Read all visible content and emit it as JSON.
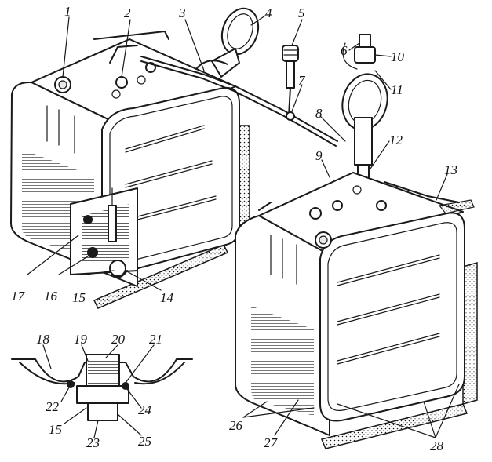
{
  "labels": {
    "l1": "1",
    "l2": "2",
    "l3": "3",
    "l4": "4",
    "l5": "5",
    "l6": "6",
    "l7": "7",
    "l8": "8",
    "l9": "9",
    "l10": "10",
    "l11": "11",
    "l12": "12",
    "l13": "13",
    "l14": "14",
    "l15a": "15",
    "l16": "16",
    "l17": "17",
    "l18": "18",
    "l19": "19",
    "l20": "20",
    "l21": "21",
    "l22": "22",
    "l15b": "15",
    "l23": "23",
    "l24": "24",
    "l25": "25",
    "l26": "26",
    "l27": "27",
    "l28": "28"
  }
}
